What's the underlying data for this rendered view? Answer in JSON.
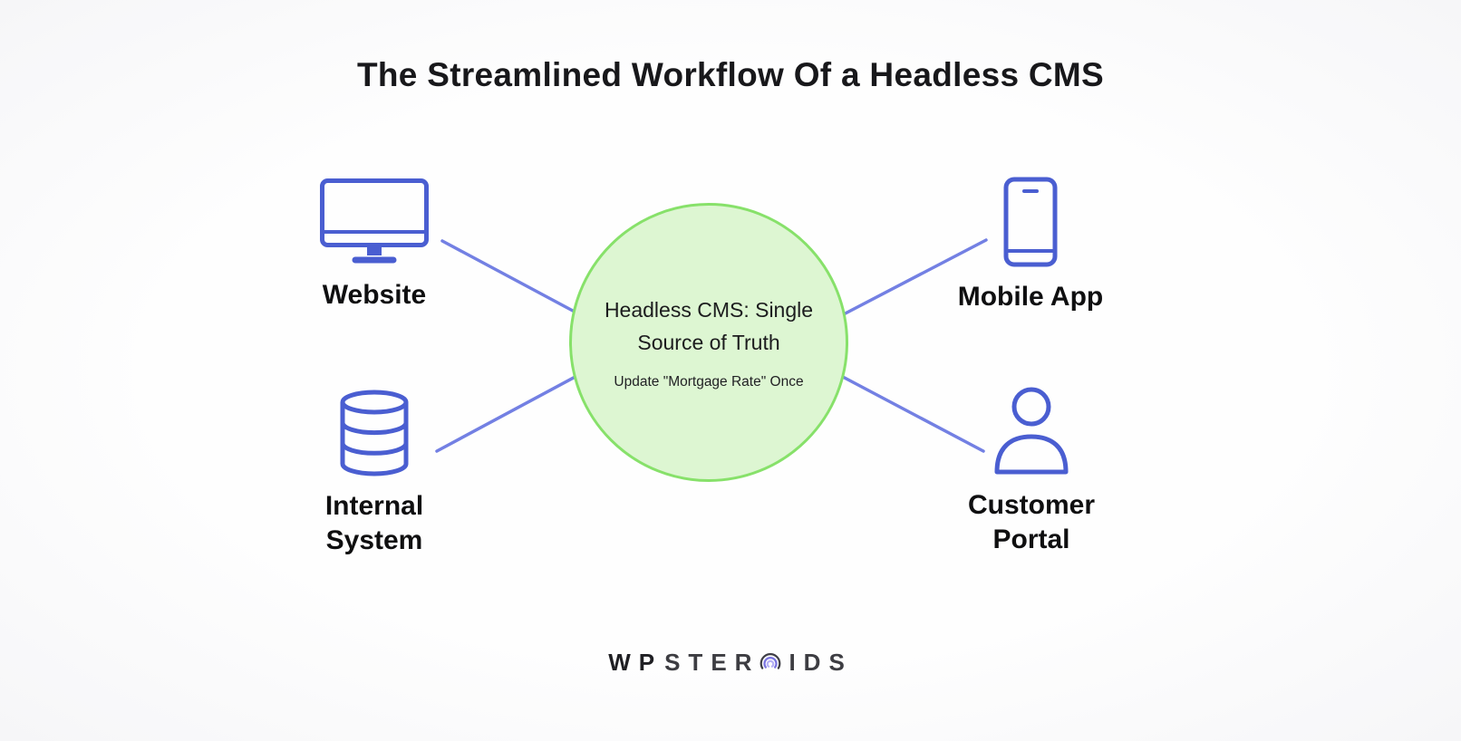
{
  "title": "The Streamlined Workflow Of a Headless CMS",
  "center": {
    "heading": "Headless CMS: Single Source of Truth",
    "subtext": "Update \"Mortgage Rate\" Once"
  },
  "nodes": [
    {
      "id": "website",
      "label": "Website",
      "icon": "desktop-monitor-icon"
    },
    {
      "id": "mobile-app",
      "label": "Mobile App",
      "icon": "smartphone-icon"
    },
    {
      "id": "internal-system",
      "label": "Internal System",
      "icon": "database-icon"
    },
    {
      "id": "customer-portal",
      "label": "Customer Portal",
      "icon": "user-icon"
    }
  ],
  "logo": {
    "text_before_bold": "WP",
    "text_before": "STER",
    "text_after": "IDS",
    "icon": "steroids-o-icon"
  },
  "colors": {
    "line": "#7380e3",
    "icon": "#4a5ed1",
    "label": "#0f0f10",
    "center_fill": "#ddf6d2",
    "center_border": "#87e16a"
  }
}
